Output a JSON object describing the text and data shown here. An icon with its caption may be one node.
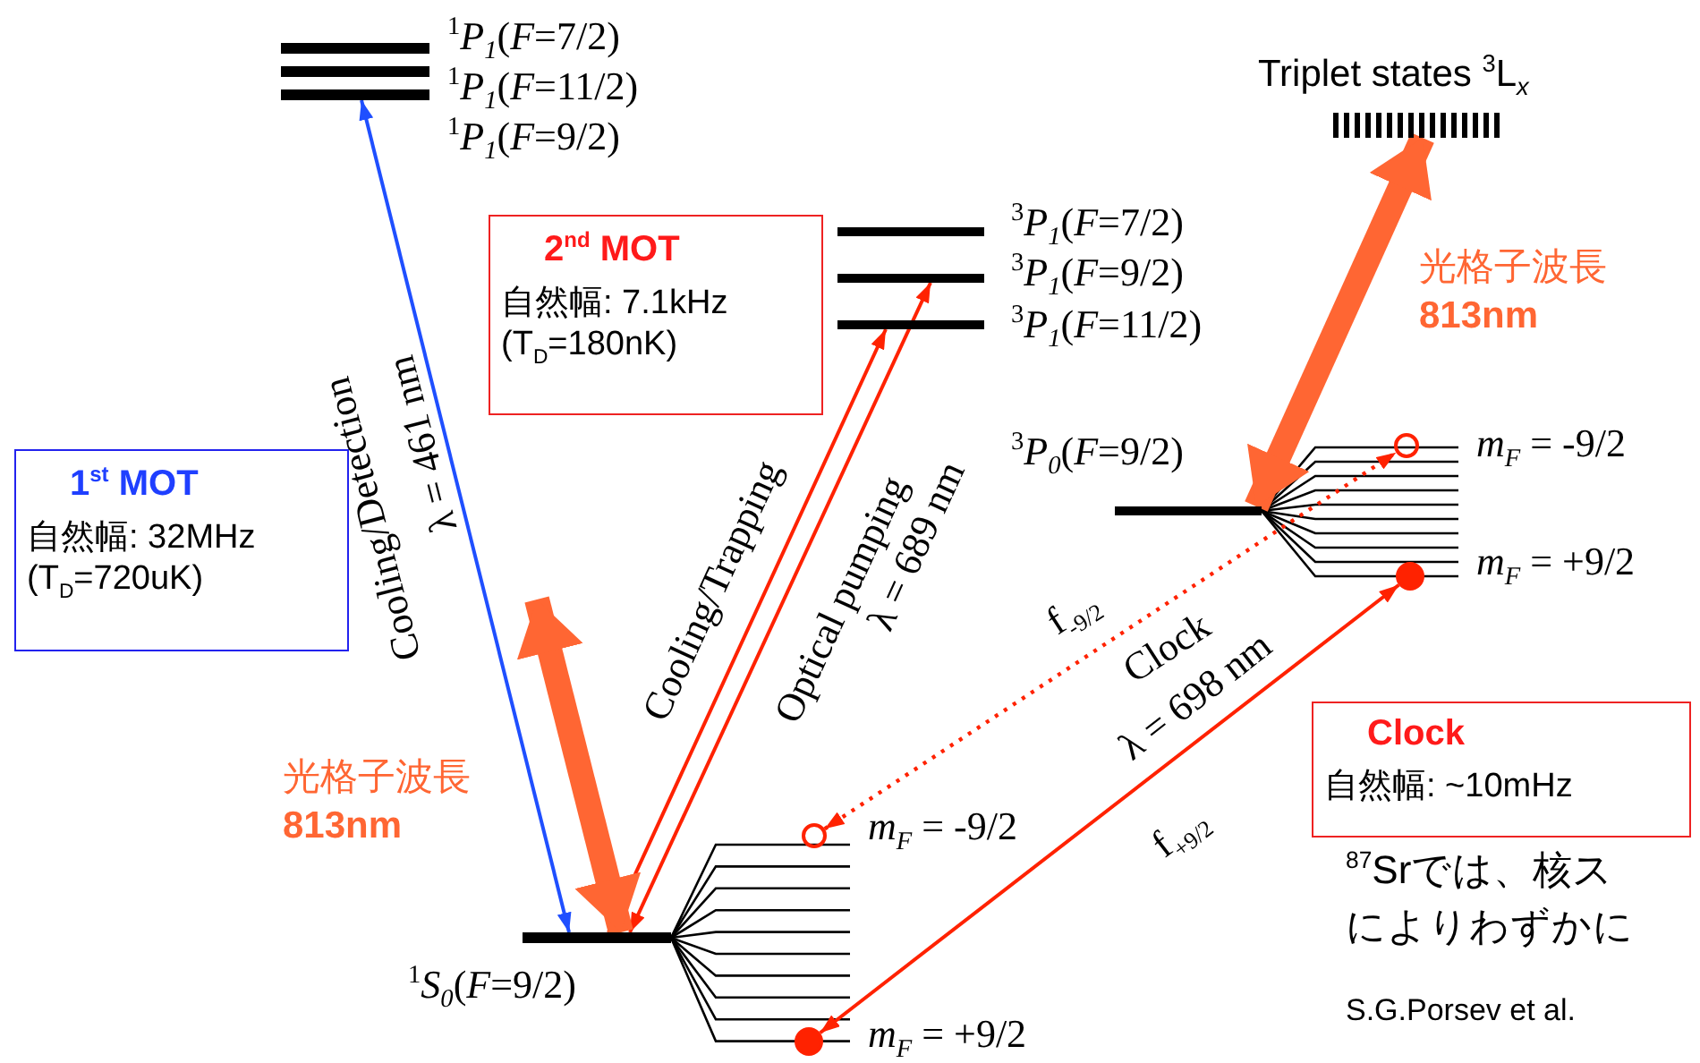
{
  "diagram": {
    "nodes": [
      {
        "text": [],
        "shape": "bar",
        "beside": [
          "$^{1}$*P*$_{1}$(*F*=7/2)"
        ]
      },
      {
        "text": [],
        "shape": "bar",
        "beside": [
          "$^{1}$*P*$_{1}$(*F*=11/2)"
        ]
      },
      {
        "text": [],
        "shape": "bar",
        "beside": [
          "$^{1}$*P*$_{1}$(*F*=9/2)"
        ]
      },
      {
        "text": [],
        "shape": "bar",
        "beside": [
          "$^{3}$*P*$_{1}$(*F*=7/2)"
        ]
      },
      {
        "text": [],
        "shape": "bar",
        "beside": [
          "$^{3}$*P*$_{1}$(*F*=9/2)"
        ]
      },
      {
        "text": [],
        "shape": "bar",
        "beside": [
          "$^{3}$*P*$_{1}$(*F*=11/2)"
        ]
      },
      {
        "text": [],
        "shape": "bar",
        "beside": [
          "$^{3}$*P*$_{0}$(*F*=9/2)"
        ]
      },
      {
        "text": [],
        "shape": "bar",
        "beside": [
          "Triplet states $^{3}$L$_{x}$"
        ]
      },
      {
        "text": [],
        "shape": "bar",
        "beside": [
          "$^{1}$*S*$_{0}$(*F*=9/2)"
        ]
      },
      {
        "text": [],
        "shape": "circle",
        "beside": [
          "*m*$_{F}$ = -9/2"
        ]
      },
      {
        "text": [],
        "shape": "circle",
        "beside": [
          "*m*$_{F}$ = +9/2"
        ]
      },
      {
        "text": [],
        "shape": "circle",
        "beside": [
          "*m*$_{F}$ = -9/2"
        ]
      },
      {
        "text": [],
        "shape": "circle",
        "beside": [
          "*m*$_{F}$ = +9/2"
        ]
      },
      {
        "text": [
          "1$^{st}$ MOT",
          "自然幅: 32MHz",
          "(T$_{D}$=720uK)"
        ]
      },
      {
        "text": [
          "2$^{nd}$ MOT",
          "自然幅: 7.1kHz",
          "(T$_{D}$=180nK)"
        ]
      },
      {
        "text": [
          "Clock",
          "自然幅: ~10mHz"
        ]
      }
    ],
    "edges": [
      {
        "from": 8,
        "to": 2,
        "arrow": "both",
        "label": "λ = 461 nm",
        "color": "#1f4fff"
      },
      {
        "from": 8,
        "to": 5,
        "arrow": "both",
        "label": "Cooling/Trapping"
      },
      {
        "from": 8,
        "to": 4,
        "arrow": "both",
        "label": "λ = 689 nm"
      },
      {
        "from": null,
        "to": 8,
        "arrow": "both",
        "style": "thick",
        "color": "#ff6633"
      },
      {
        "from": 7,
        "to": 6,
        "arrow": "both",
        "style": "thick",
        "color": "#ff6633"
      },
      {
        "from": 11,
        "to": 9,
        "arrow": "both",
        "style": "dashed",
        "label": "f$_{-9/2}$"
      },
      {
        "from": 12,
        "to": 10,
        "arrow": "both",
        "label": "λ = 698 nm"
      }
    ],
    "labels": [
      "Cooling/Detection",
      "Optical pumping",
      "光格子波長",
      "813nm",
      "Clock",
      "f$_{+9/2}$",
      "光格子波長",
      "813nm",
      "$^{87}$Srでは、核ス",
      "によりわずかに",
      "S.G.Porsev et al."
    ]
  }
}
